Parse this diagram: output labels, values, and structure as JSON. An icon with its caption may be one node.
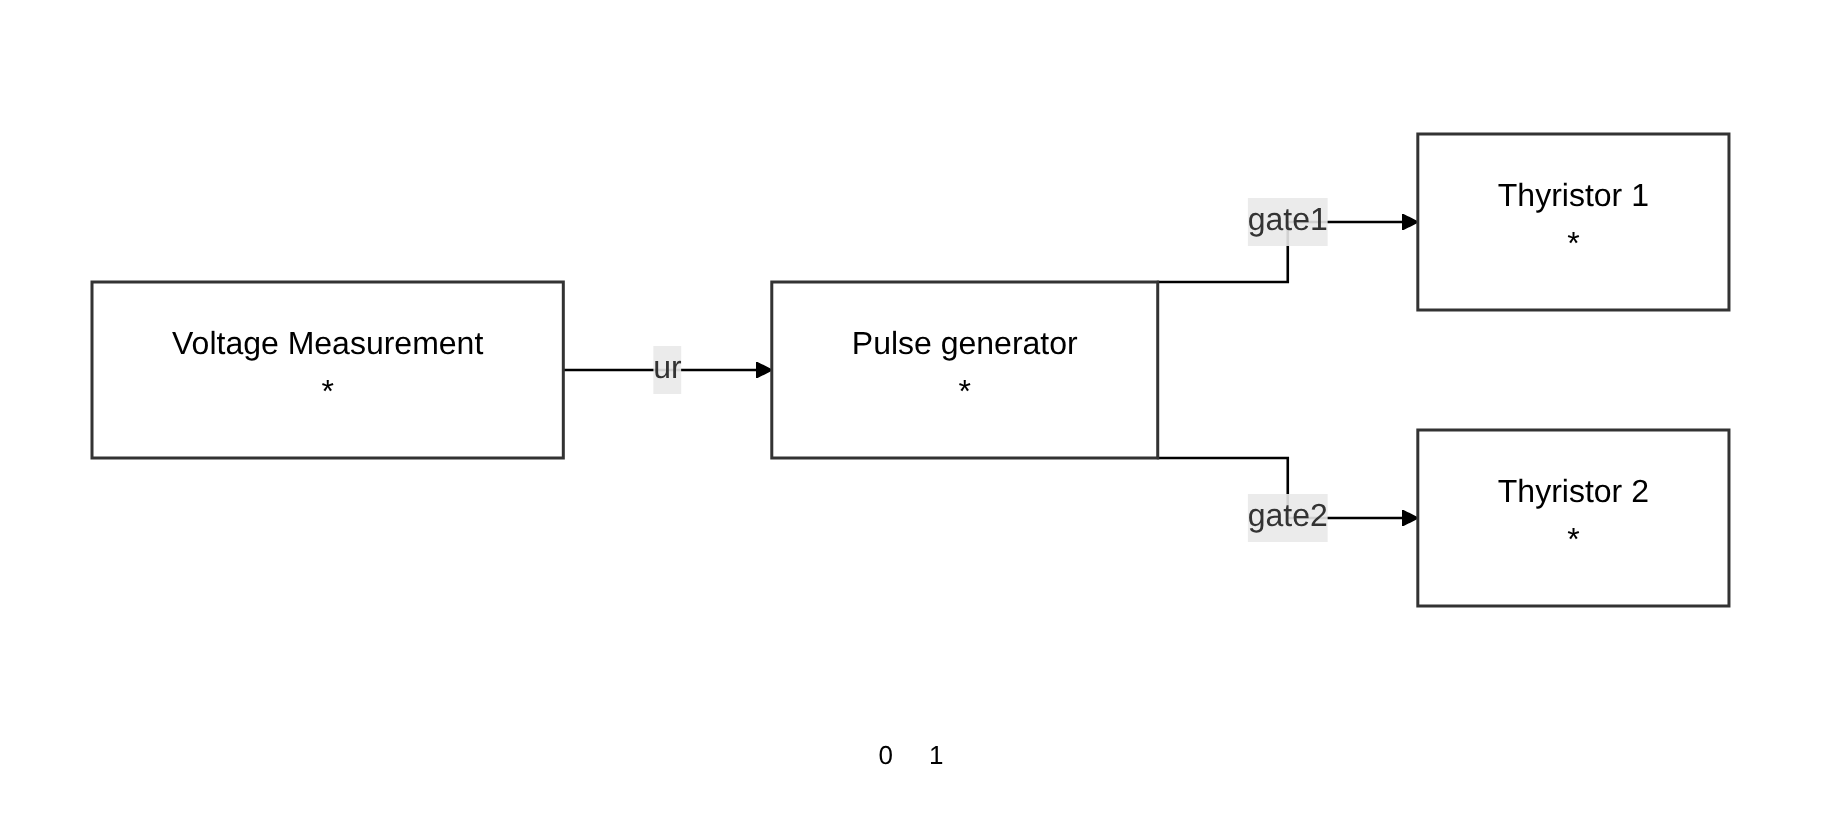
{
  "diagram": {
    "nodes": [
      {
        "text": [
          "Voltage Measurement",
          "*"
        ]
      },
      {
        "text": [
          "Pulse generator",
          "*"
        ]
      },
      {
        "text": [
          "Thyristor 1",
          "*"
        ]
      },
      {
        "text": [
          "Thyristor 2",
          "*"
        ]
      }
    ],
    "edges": [
      {
        "from": 0,
        "to": 1,
        "arrow": "to",
        "label": "ur"
      },
      {
        "from": 1,
        "to": 2,
        "arrow": "to",
        "label": "gate1"
      },
      {
        "from": 1,
        "to": 3,
        "arrow": "to",
        "label": "gate2"
      }
    ],
    "labels": [
      "0",
      "1"
    ]
  }
}
